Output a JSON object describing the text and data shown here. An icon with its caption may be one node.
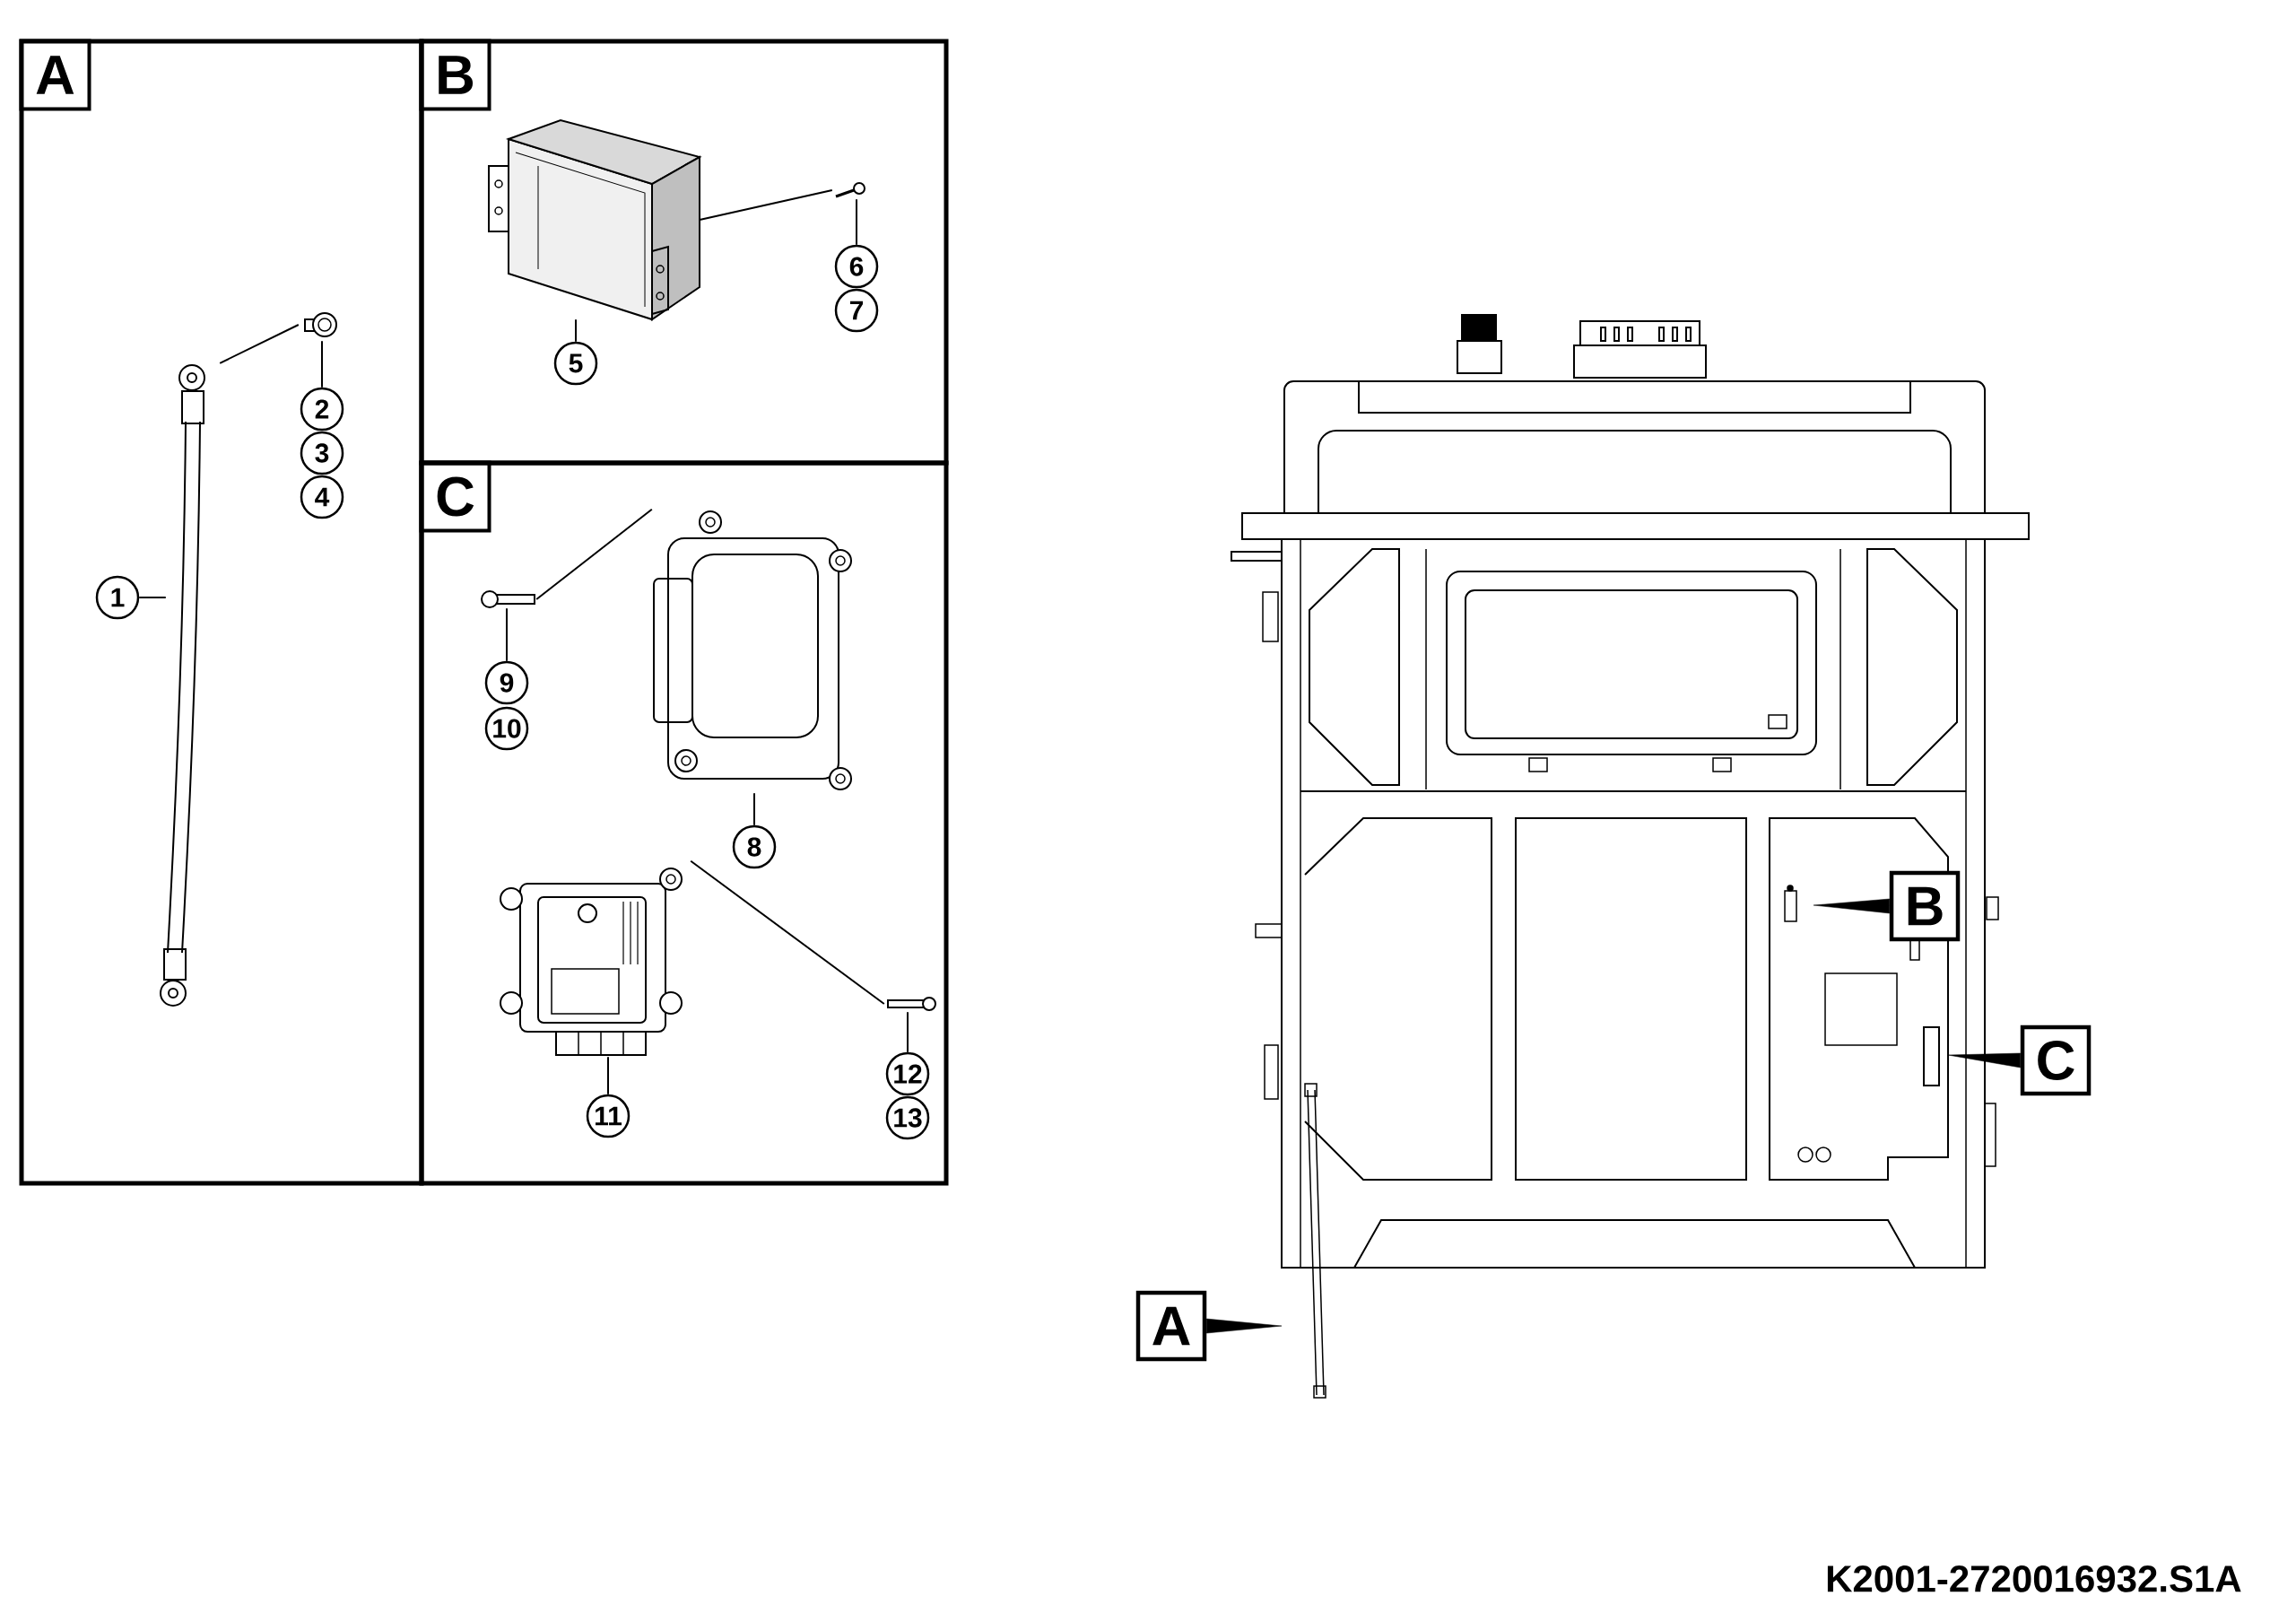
{
  "diagram": {
    "nodes": [
      {
        "text": [
          "A"
        ]
      },
      {
        "text": [
          "B"
        ]
      },
      {
        "text": [
          "C"
        ]
      },
      {
        "text": [],
        "shape": "picture",
        "in": 0
      },
      {
        "text": [],
        "shape": "picture",
        "in": 0
      },
      {
        "text": [
          "1"
        ],
        "in": 0
      },
      {
        "text": [
          "2"
        ],
        "in": 0
      },
      {
        "text": [
          "3"
        ],
        "in": 0
      },
      {
        "text": [
          "4"
        ],
        "in": 0
      },
      {
        "text": [],
        "shape": "picture",
        "in": 1
      },
      {
        "text": [],
        "shape": "picture",
        "in": 1
      },
      {
        "text": [
          "5"
        ],
        "in": 1
      },
      {
        "text": [
          "6"
        ],
        "in": 1
      },
      {
        "text": [
          "7"
        ],
        "in": 1
      },
      {
        "text": [],
        "shape": "picture",
        "in": 2
      },
      {
        "text": [],
        "shape": "picture",
        "in": 2
      },
      {
        "text": [],
        "shape": "picture",
        "in": 2
      },
      {
        "text": [],
        "shape": "picture",
        "in": 2
      },
      {
        "text": [
          "8"
        ],
        "in": 2
      },
      {
        "text": [
          "9"
        ],
        "in": 2
      },
      {
        "text": [
          "10"
        ],
        "in": 2
      },
      {
        "text": [
          "11"
        ],
        "in": 2
      },
      {
        "text": [
          "12"
        ],
        "in": 2
      },
      {
        "text": [
          "13"
        ],
        "in": 2
      },
      {
        "text": [],
        "shape": "picture"
      },
      {
        "text": [
          "A"
        ]
      },
      {
        "text": [
          "B"
        ],
        "in": 24
      },
      {
        "text": [
          "C"
        ]
      }
    ],
    "edges": [
      {
        "from": 5,
        "to": 3,
        "arrow": "none"
      },
      {
        "from": 6,
        "to": 4,
        "arrow": "none"
      },
      {
        "from": 4,
        "to": 3,
        "arrow": "none"
      },
      {
        "from": 11,
        "to": 9,
        "arrow": "none"
      },
      {
        "from": 12,
        "to": 10,
        "arrow": "none"
      },
      {
        "from": 10,
        "to": 9,
        "arrow": "none"
      },
      {
        "from": 18,
        "to": 14,
        "arrow": "none"
      },
      {
        "from": 19,
        "to": 15,
        "arrow": "none"
      },
      {
        "from": 15,
        "to": 14,
        "arrow": "none"
      },
      {
        "from": 21,
        "to": 16,
        "arrow": "none"
      },
      {
        "from": 22,
        "to": 17,
        "arrow": "none"
      },
      {
        "from": 17,
        "to": 16,
        "arrow": "none"
      },
      {
        "from": 25,
        "to": null,
        "arrow": "to"
      },
      {
        "from": 26,
        "to": null,
        "arrow": "to"
      },
      {
        "from": 27,
        "to": null,
        "arrow": "to"
      }
    ],
    "labels": [
      "K2001-2720016932.S1A"
    ]
  }
}
